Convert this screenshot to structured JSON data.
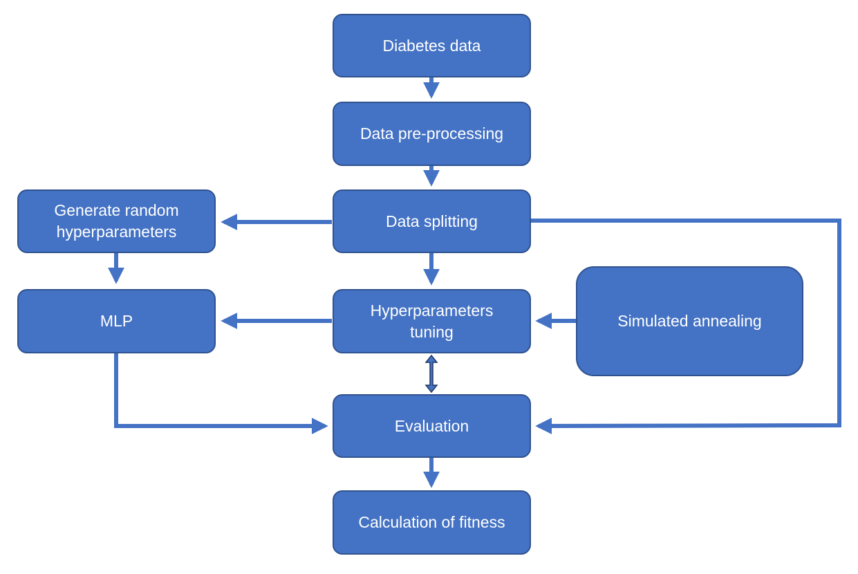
{
  "colors": {
    "box_fill": "#4472c4",
    "box_border": "#2f528f",
    "arrow": "#4472c4",
    "text": "#ffffff"
  },
  "nodes": {
    "diabetes_data": "Diabetes data",
    "preprocessing": "Data pre-processing",
    "splitting": "Data splitting",
    "generate_random_1": "Generate random",
    "generate_random_2": "hyperparameters",
    "mlp": "MLP",
    "tuning_1": "Hyperparameters",
    "tuning_2": "tuning",
    "simulated_annealing": "Simulated annealing",
    "evaluation": "Evaluation",
    "fitness": "Calculation of fitness"
  },
  "edges": [
    {
      "from": "Diabetes data",
      "to": "Data pre-processing"
    },
    {
      "from": "Data pre-processing",
      "to": "Data splitting"
    },
    {
      "from": "Data splitting",
      "to": "Generate random hyperparameters"
    },
    {
      "from": "Data splitting",
      "to": "Hyperparameters tuning"
    },
    {
      "from": "Data splitting",
      "to": "Evaluation"
    },
    {
      "from": "Generate random hyperparameters",
      "to": "MLP"
    },
    {
      "from": "Hyperparameters tuning",
      "to": "MLP"
    },
    {
      "from": "Simulated annealing",
      "to": "Hyperparameters tuning"
    },
    {
      "from": "Hyperparameters tuning",
      "to": "Evaluation",
      "bidirectional": true
    },
    {
      "from": "MLP",
      "to": "Evaluation"
    },
    {
      "from": "Evaluation",
      "to": "Calculation of fitness"
    }
  ]
}
